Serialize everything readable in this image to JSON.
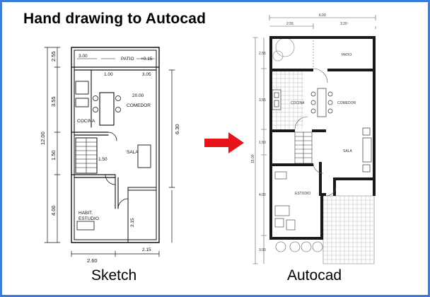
{
  "title": "Hand drawing to Autocad",
  "captions": {
    "sketch": "Sketch",
    "autocad": "Autocad"
  },
  "arrow_color": "#e8141a",
  "frame_color": "#3b7ddd",
  "sketch": {
    "rooms": {
      "patio": "PATIO",
      "cocina": "COCINA",
      "comedor": "COMEDOR",
      "sala": "SALA",
      "hab": "HABIT.",
      "estudio": "ESTUDIO"
    },
    "dims": {
      "total_height": "12.00",
      "left_top": "2.55",
      "left_mid": "3.55",
      "left_low": "1.50",
      "left_bot": "4.00",
      "right_mid": "6.30",
      "bottom_width": "2.60",
      "bottom_right": "2.15",
      "patio_lvl": "+0.15",
      "top_a": "3.00",
      "top_b": "1.00",
      "top_c": "3.05",
      "counter": "20.00",
      "stair": "1.50",
      "mid_right": "2.15"
    }
  },
  "autocad": {
    "rooms": {
      "patio": "PATIO",
      "cocina": "COCINA",
      "comedor": "COMEDOR",
      "sala": "SALA",
      "estudio": "ESTUDIO"
    },
    "dims": {
      "top_total": "6.00",
      "top_left": "2.55",
      "top_right": "3.20",
      "total_height": "15.00",
      "left_1": "2.55",
      "left_2": "3.55",
      "left_3": "1.50",
      "left_4": "4.00",
      "left_5": "3.00"
    }
  }
}
